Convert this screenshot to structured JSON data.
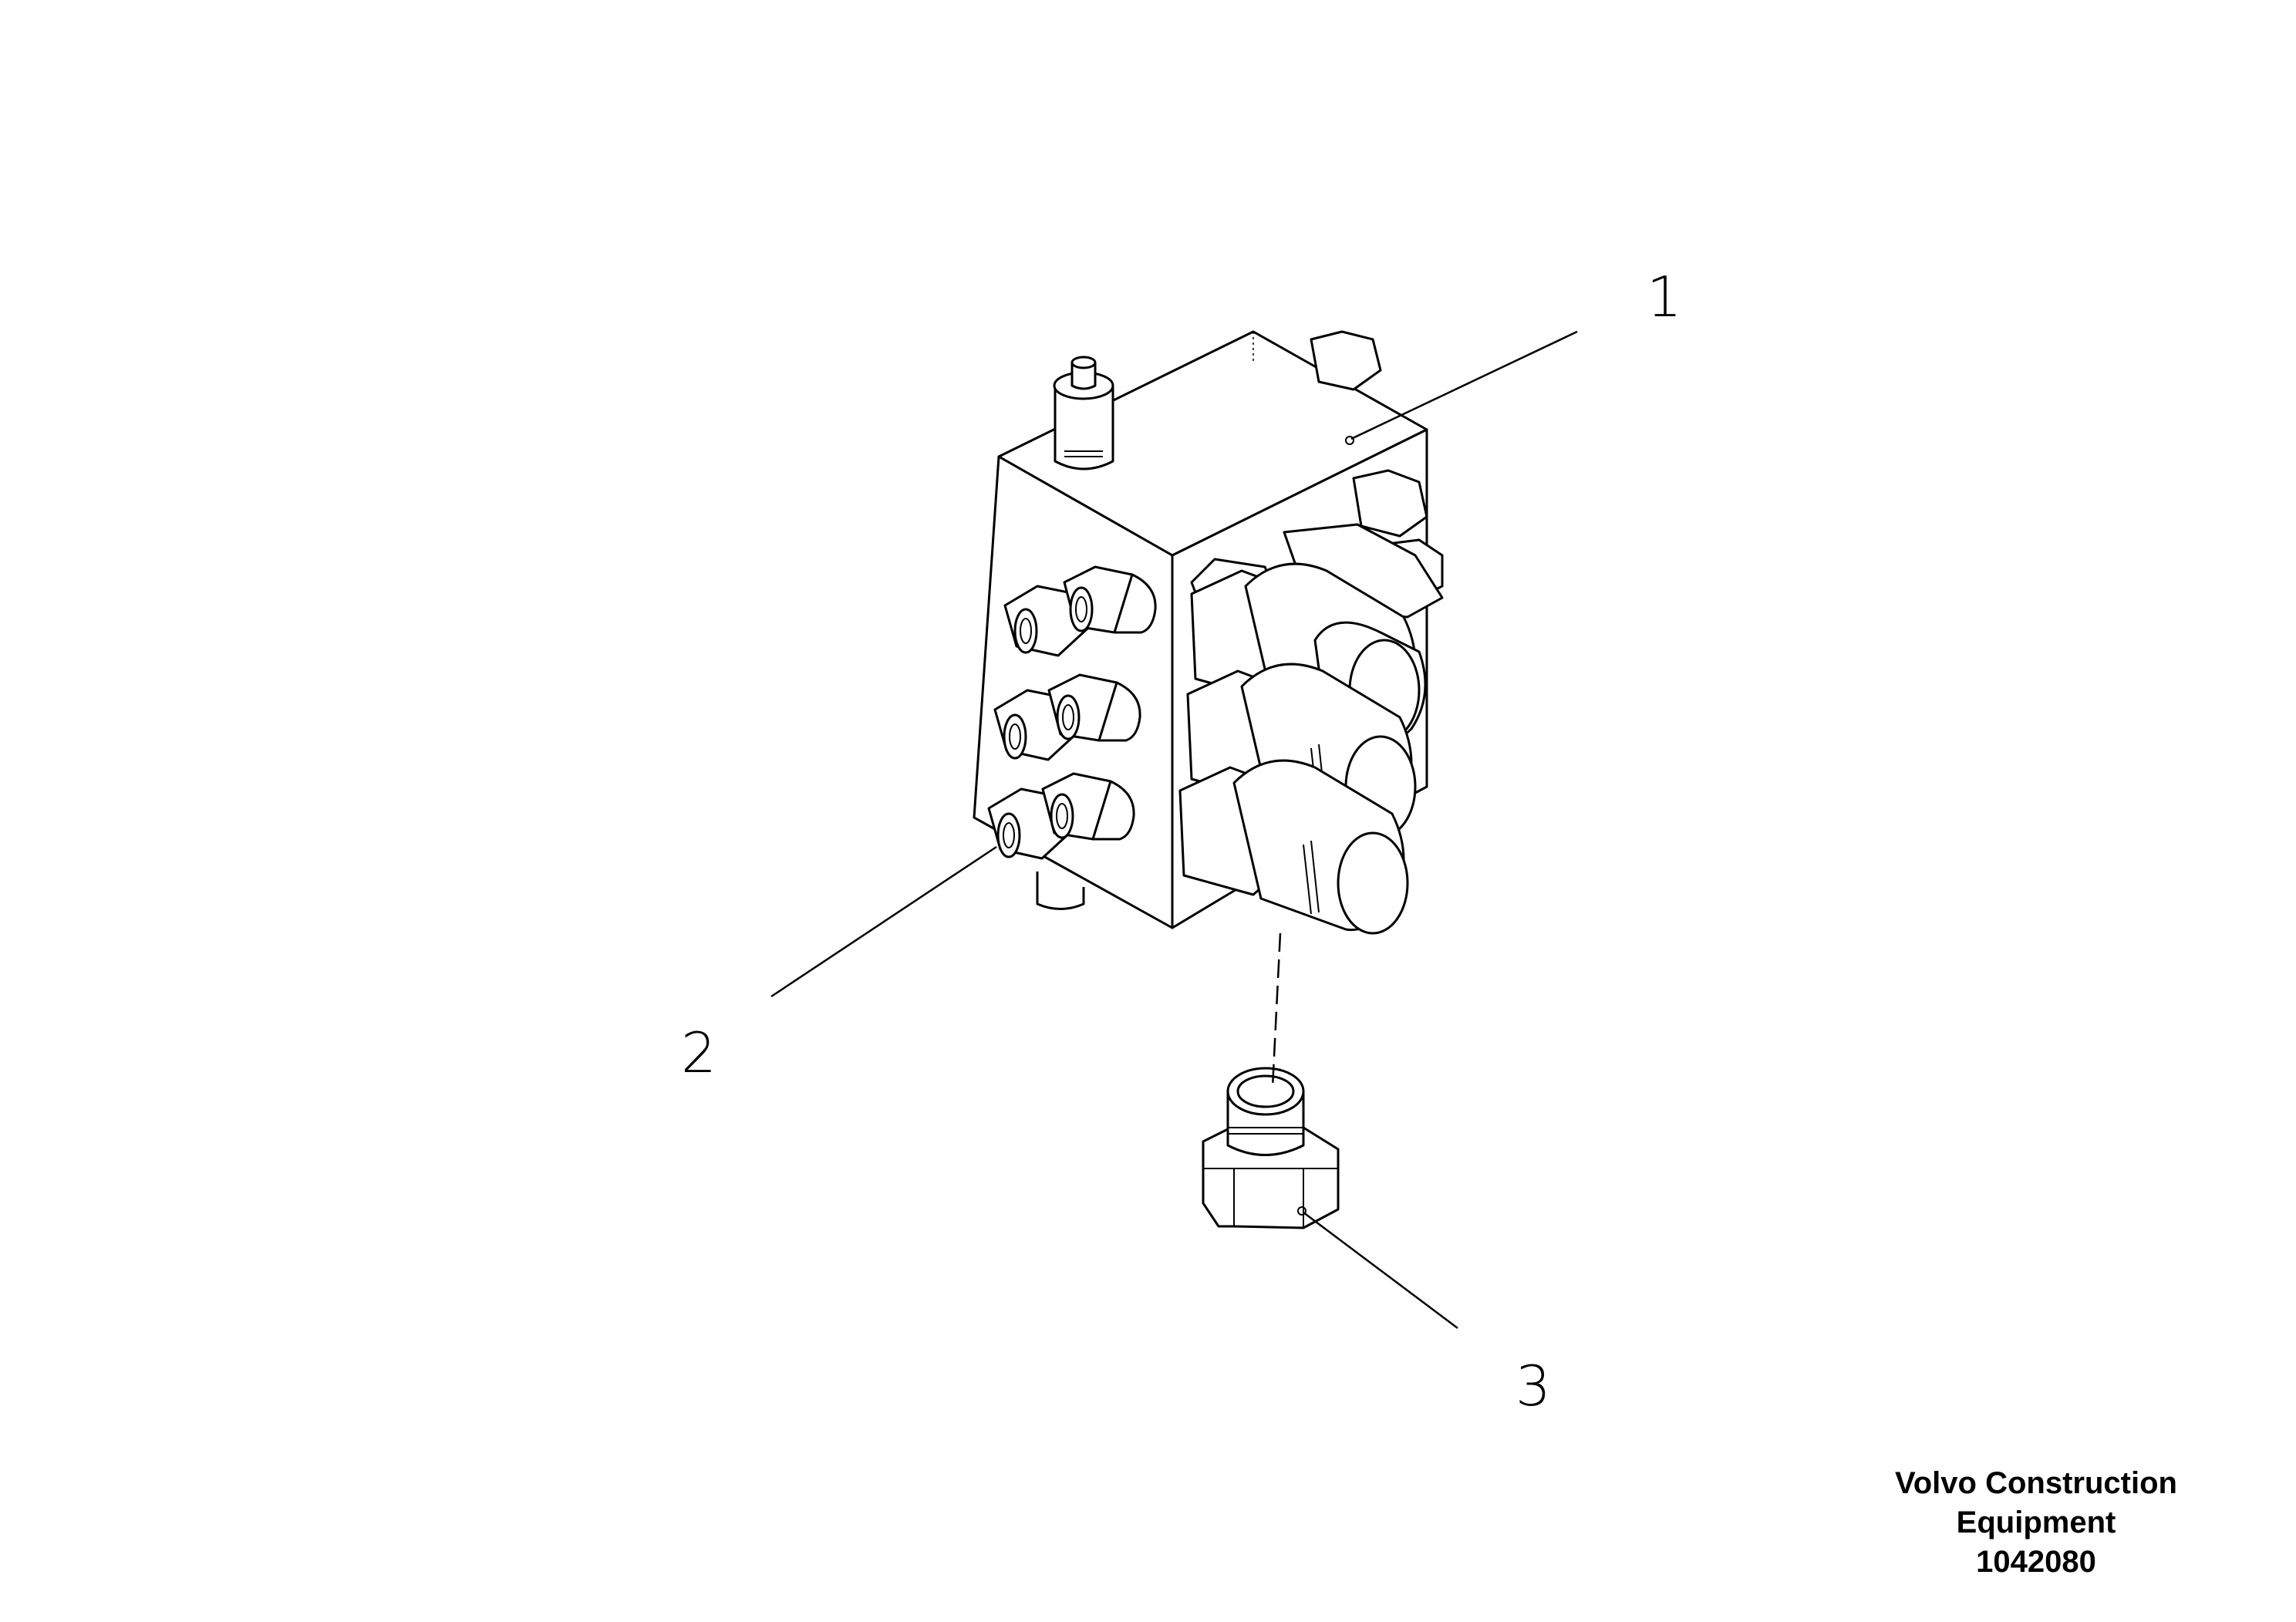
{
  "callouts": [
    {
      "id": "1",
      "label": "1"
    },
    {
      "id": "2",
      "label": "2"
    },
    {
      "id": "3",
      "label": "3"
    }
  ],
  "caption": {
    "line1": "Volvo Construction",
    "line2": "Equipment",
    "number": "1042080"
  }
}
